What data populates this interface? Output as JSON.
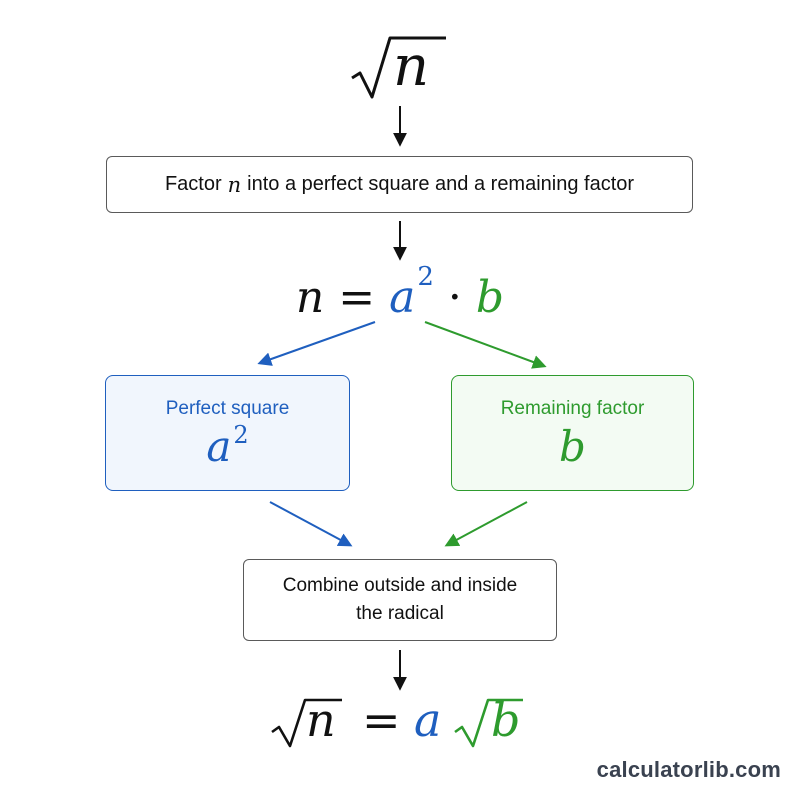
{
  "top": {
    "symbol": "n"
  },
  "step1": {
    "text_before": "Factor",
    "variable": "n",
    "text_after": "into a perfect square and a remaining factor"
  },
  "equation": {
    "lhs": "n",
    "equals": "=",
    "a": "a",
    "exponent": "2",
    "dot": "·",
    "b": "b"
  },
  "left_card": {
    "label": "Perfect square",
    "symbol": "a",
    "exponent": "2"
  },
  "right_card": {
    "label": "Remaining factor",
    "symbol": "b"
  },
  "combine": {
    "line1": "Combine outside and inside",
    "line2": "the radical"
  },
  "result": {
    "lhs": "n",
    "equals": "=",
    "a": "a",
    "b": "b"
  },
  "watermark": {
    "text": "calculatorlib.com"
  },
  "colors": {
    "blue": "#1f5fbf",
    "green": "#2e9b2e",
    "text": "#111111",
    "border": "#5a5a5a"
  }
}
